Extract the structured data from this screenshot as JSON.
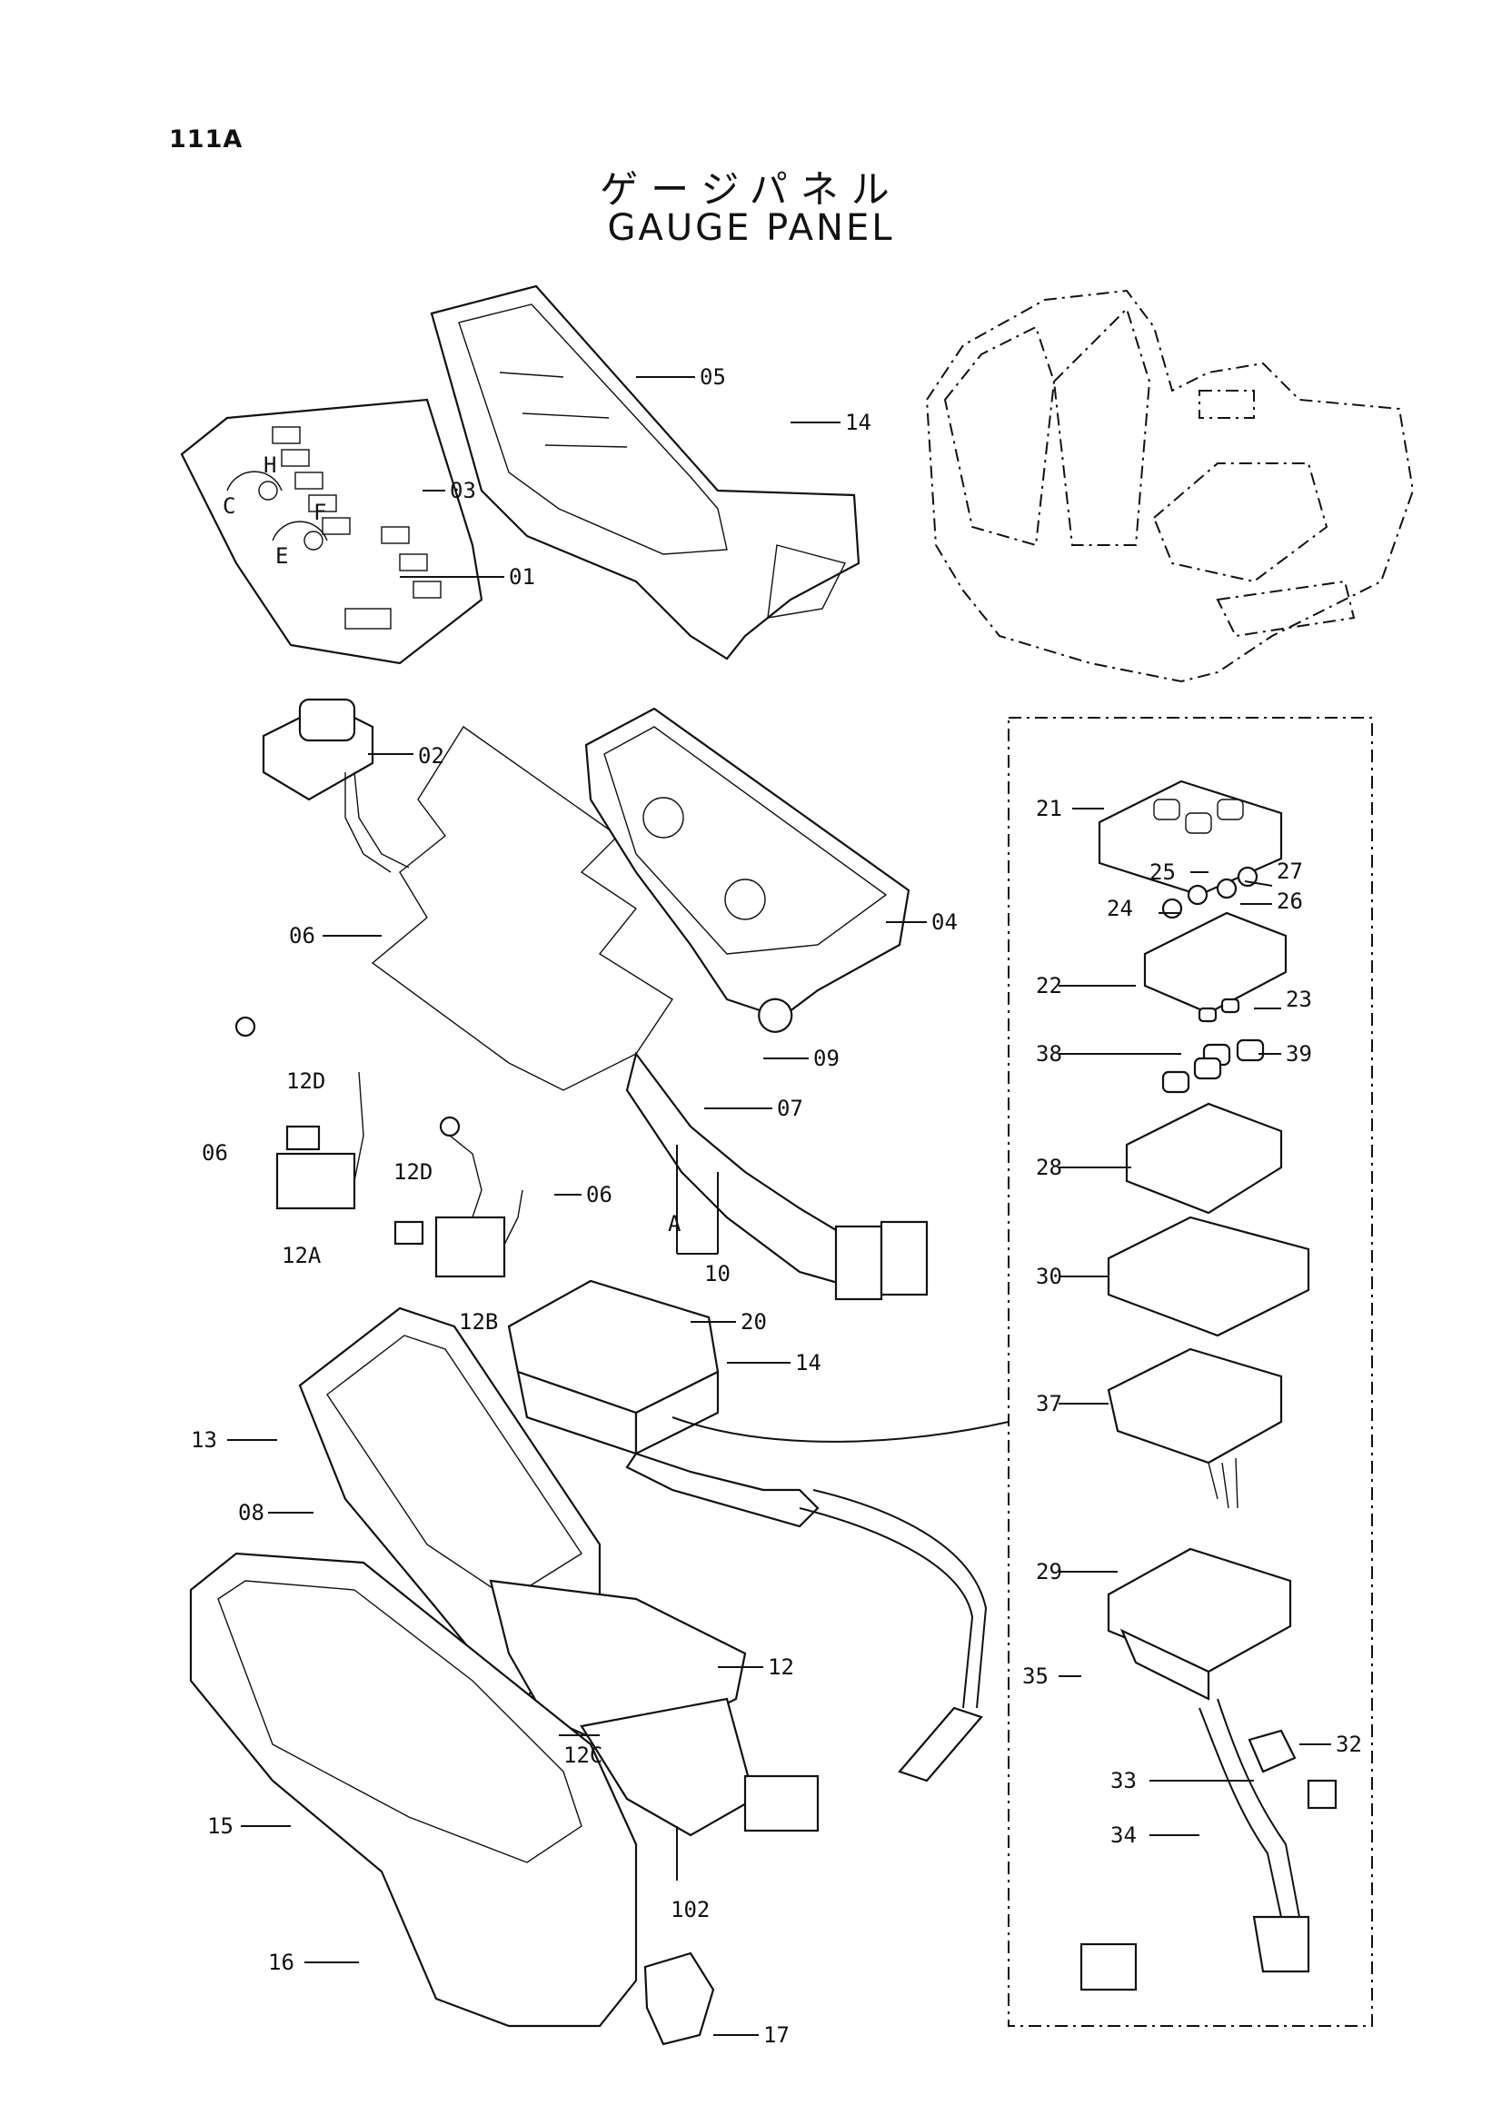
{
  "page_id": "111A",
  "title_jp": "ゲージパネル",
  "title_en": "GAUGE PANEL",
  "callouts": {
    "c01": "01",
    "c02": "02",
    "c03": "03",
    "c04": "04",
    "c05": "05",
    "c06a": "06",
    "c06b": "06",
    "c06c": "06",
    "c07": "07",
    "c08": "08",
    "c09": "09",
    "c10": "10",
    "c12": "12",
    "c12A": "12A",
    "c12B": "12B",
    "c12C": "12C",
    "c12Da": "12D",
    "c12Db": "12D",
    "c13": "13",
    "c14a": "14",
    "c14b": "14",
    "c15": "15",
    "c16": "16",
    "c17": "17",
    "c20": "20",
    "c21": "21",
    "c22": "22",
    "c23": "23",
    "c24": "24",
    "c25": "25",
    "c26": "26",
    "c27": "27",
    "c28": "28",
    "c29": "29",
    "c30": "30",
    "c32": "32",
    "c33": "33",
    "c34": "34",
    "c35": "35",
    "c37": "37",
    "c38": "38",
    "c39": "39",
    "c102": "102",
    "cA": "A"
  },
  "gauge_marks": {
    "c": "C",
    "h": "H",
    "e": "E",
    "f": "F"
  }
}
